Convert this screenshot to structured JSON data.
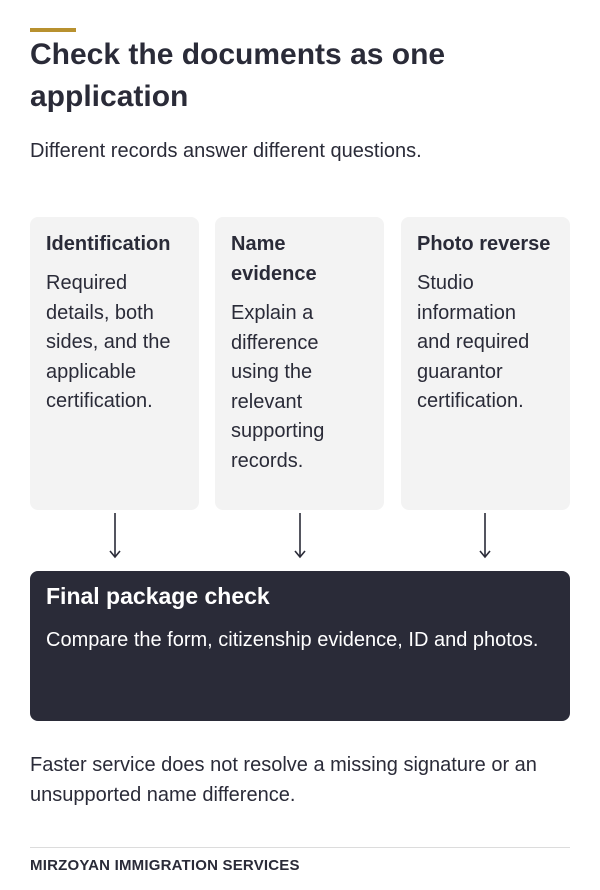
{
  "accent_color": "#b8912f",
  "title": "Check the documents as one application",
  "subtitle": "Different records answer different questions.",
  "cards": [
    {
      "heading": "Identification",
      "body": "Required details, both sides, and the applicable certification."
    },
    {
      "heading": "Name evidence",
      "body": "Explain a difference using the relevant supporting records."
    },
    {
      "heading": "Photo reverse",
      "body": "Studio information and required guarantor certification."
    }
  ],
  "final_box": {
    "heading": "Final package check",
    "body": "Compare the form, citizenship evidence, ID and photos.",
    "background": "#2a2b38"
  },
  "note": "Faster service does not resolve a missing signature or an unsupported name difference.",
  "footer": "MIRZOYAN IMMIGRATION SERVICES"
}
